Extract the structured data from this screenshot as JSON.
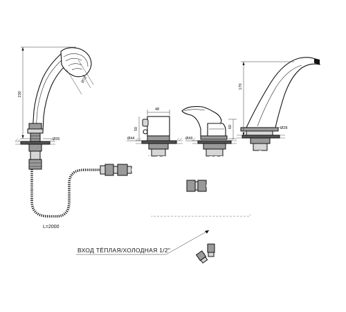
{
  "dimensions": {
    "shower_height": "230",
    "shower_head_diameter": "Ø72",
    "shower_base_diameter": "Ø35",
    "hose_length": "L=2000",
    "diverter_width": "48",
    "diverter_height": "50",
    "diverter_base_diameter": "Ø44",
    "mixer_height": "60",
    "mixer_base_diameter": "Ø49",
    "spout_height": "170",
    "spout_base_diameter": "Ø28"
  },
  "callout": {
    "inlet_label": "ВХОД ТЁПЛАЯ/ХОЛОДНАЯ  1/2\""
  }
}
